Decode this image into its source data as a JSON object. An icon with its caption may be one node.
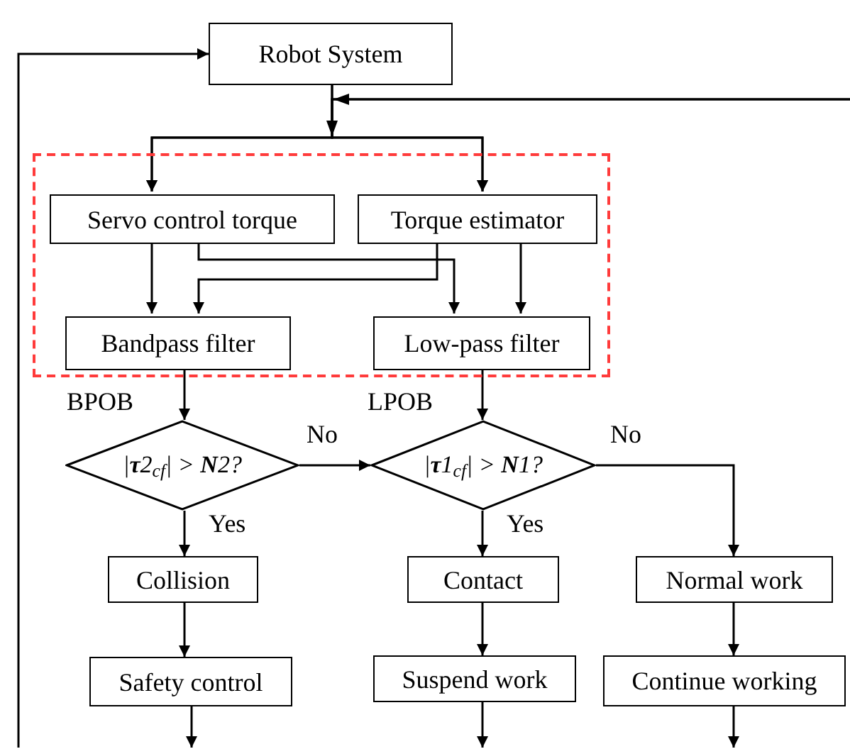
{
  "diagram": {
    "nodes": [
      {
        "text": [
          "Robot System"
        ]
      },
      {
        "text": [],
        "shape": "box"
      },
      {
        "text": [
          "Servo control torque"
        ],
        "in": 1
      },
      {
        "text": [
          "Torque estimator"
        ],
        "in": 1
      },
      {
        "text": [
          "Bandpass filter"
        ],
        "in": 1
      },
      {
        "text": [
          "Low-pass filter"
        ],
        "in": 1
      },
      {
        "text": [
          "|**τ**2$_{cf}$| > **N**2?"
        ],
        "beside": [
          "BPOB"
        ]
      },
      {
        "text": [
          "|**τ**1$_{cf}$| > **N**1?"
        ],
        "beside": [
          "LPOB"
        ]
      },
      {
        "text": [
          "Collision"
        ]
      },
      {
        "text": [
          "Contact"
        ]
      },
      {
        "text": [
          "Normal work"
        ]
      },
      {
        "text": [
          "Safety control"
        ]
      },
      {
        "text": [
          "Suspend work"
        ]
      },
      {
        "text": [
          "Continue working"
        ]
      }
    ],
    "edges": [
      {
        "from": 0,
        "to": 2,
        "arrow": "to"
      },
      {
        "from": 0,
        "to": 3,
        "arrow": "to"
      },
      {
        "from": null,
        "to": 2,
        "arrow": "to"
      },
      {
        "from": null,
        "to": 3,
        "arrow": "to"
      },
      {
        "from": 2,
        "to": 4,
        "arrow": "to"
      },
      {
        "from": 2,
        "to": 5,
        "arrow": "to"
      },
      {
        "from": 3,
        "to": 4,
        "arrow": "to"
      },
      {
        "from": 3,
        "to": 5,
        "arrow": "to"
      },
      {
        "from": 4,
        "to": 6,
        "arrow": "to"
      },
      {
        "from": 5,
        "to": 7,
        "arrow": "to"
      },
      {
        "from": 6,
        "to": 7,
        "arrow": "to",
        "label": "No"
      },
      {
        "from": 6,
        "to": 8,
        "arrow": "to",
        "label": "Yes"
      },
      {
        "from": 7,
        "to": 9,
        "arrow": "to",
        "label": "Yes"
      },
      {
        "from": 7,
        "to": 10,
        "arrow": "to",
        "label": "No"
      },
      {
        "from": 8,
        "to": 11,
        "arrow": "to"
      },
      {
        "from": 9,
        "to": 12,
        "arrow": "to"
      },
      {
        "from": 10,
        "to": 13,
        "arrow": "to"
      },
      {
        "from": 11,
        "to": null,
        "arrow": "to"
      },
      {
        "from": 12,
        "to": null,
        "arrow": "to"
      },
      {
        "from": 13,
        "to": null,
        "arrow": "to"
      },
      {
        "from": null,
        "to": 0,
        "arrow": "to"
      }
    ]
  }
}
